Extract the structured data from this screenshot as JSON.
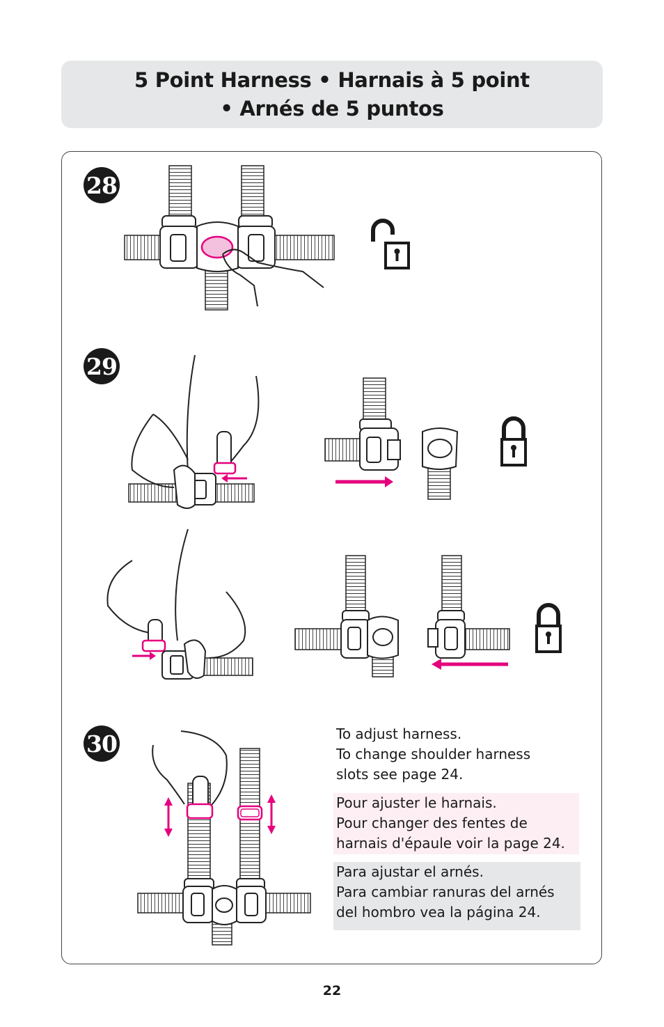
{
  "header": {
    "title_line1": "5 Point Harness  •  Harnais à 5 point",
    "title_line2": "•  Arnés de 5 puntos"
  },
  "steps": [
    {
      "number": "28"
    },
    {
      "number": "29"
    },
    {
      "number": "30"
    }
  ],
  "instructions": {
    "english": [
      "To adjust harness.",
      "To change shoulder harness",
      "slots see page 24."
    ],
    "french": [
      "Pour ajuster le harnais.",
      "Pour changer des fentes de",
      "harnais d'épaule voir la page 24."
    ],
    "spanish": [
      "Para ajustar el arnés.",
      "Para cambiar ranuras del arnés",
      "del hombro vea la página 24."
    ]
  },
  "icons": [
    "lock-open-icon",
    "lock-closed-icon",
    "lock-closed-icon"
  ],
  "colors": {
    "accent_magenta": "#e5007e",
    "french_bg": "#fdeef3",
    "spanish_bg": "#e6e7e8",
    "title_bg": "#e6e7e8"
  },
  "page_number": "22"
}
